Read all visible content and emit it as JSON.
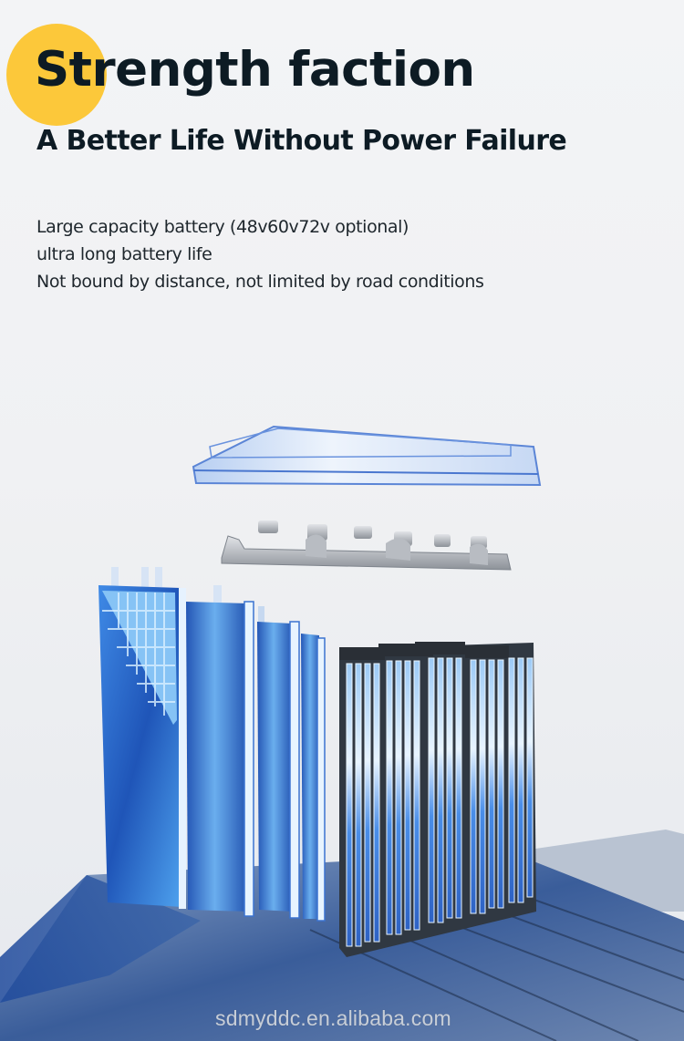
{
  "header": {
    "title": "Strength faction",
    "subtitle": "A Better Life Without Power Failure",
    "accent_color": "#fcc83a",
    "text_color": "#0d1b24"
  },
  "features": [
    "Large capacity battery (48v60v72v optional)",
    "ultra long battery life",
    "Not bound by distance, not limited by road conditions"
  ],
  "illustration": {
    "subject": "exploded-battery-pack",
    "components": [
      "top-cover-plate",
      "terminal-connectors",
      "battery-cells",
      "base-tray"
    ],
    "primary_color": "#2f6fd0"
  },
  "watermark": "sdmyddc.en.alibaba.com"
}
